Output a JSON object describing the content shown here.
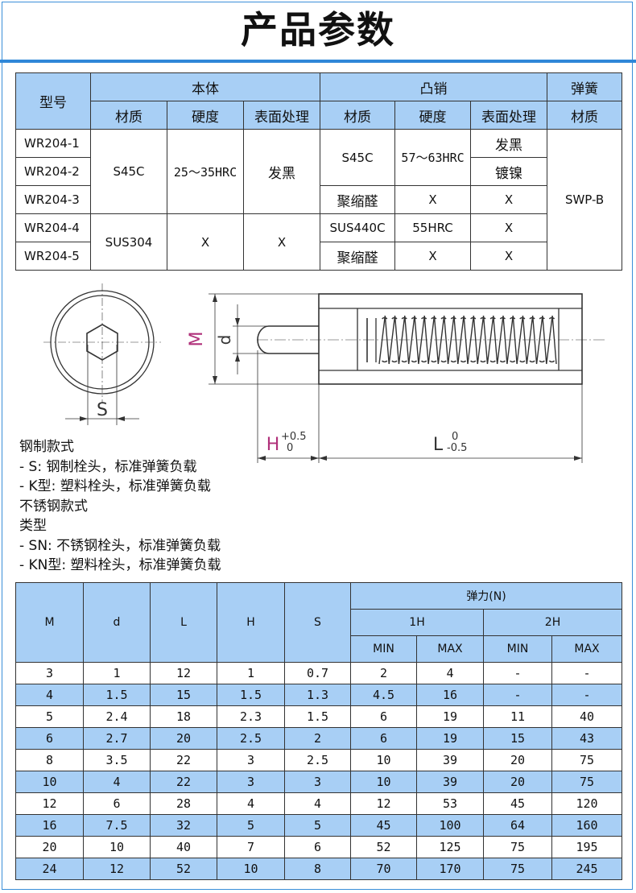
{
  "title": "产品参数",
  "material_table": {
    "group_headers": {
      "model": "型号",
      "body": "本体",
      "plunger": "凸销",
      "spring": "弹簧"
    },
    "sub_headers": [
      "材质",
      "硬度",
      "表面处理",
      "材质",
      "硬度",
      "表面处理",
      "材质"
    ],
    "models": [
      "WR204-1",
      "WR204-2",
      "WR204-3",
      "WR204-4",
      "WR204-5"
    ],
    "body_steel": {
      "material": "S45C",
      "hardness": "25～35HRC",
      "finish": "发黑"
    },
    "body_stainless": {
      "material": "SUS304",
      "hardness": "X",
      "finish": "X"
    },
    "plunger_rows": [
      {
        "material": "S45C",
        "hardness": "57～63HRC",
        "finish_a": "发黑",
        "finish_b": "镀镍"
      },
      {
        "material": "聚缩醛",
        "hardness": "X",
        "finish": "X"
      },
      {
        "material": "SUS440C",
        "hardness": "55HRC",
        "finish": "X"
      },
      {
        "material": "聚缩醛",
        "hardness": "X",
        "finish": "X"
      }
    ],
    "spring_material": "SWP-B"
  },
  "drawing": {
    "labels": {
      "M": "M",
      "d": "d",
      "S": "S",
      "H": "H",
      "H_tol_upper": "+0.5",
      "H_tol_lower": "0",
      "L": "L",
      "L_tol_upper": "0",
      "L_tol_lower": "-0.5"
    },
    "colors": {
      "line": "#333333",
      "accent": "#b0307a"
    }
  },
  "notes": [
    "钢制款式",
    "- S: 钢制栓头，标准弹簧负载",
    "- K型: 塑料栓头，标准弹簧负载",
    "不锈钢款式",
    "类型",
    "- SN: 不锈钢栓头，标准弹簧负载",
    "- KN型: 塑料栓头，标准弹簧负载"
  ],
  "spec_table": {
    "headers": {
      "M": "M",
      "d": "d",
      "L": "L",
      "H": "H",
      "S": "S",
      "force": "弹力(N)",
      "h1": "1H",
      "h2": "2H",
      "min1": "MIN",
      "max1": "MAX",
      "min2": "MIN",
      "max2": "MAX"
    },
    "rows": [
      [
        "3",
        "1",
        "12",
        "1",
        "0.7",
        "2",
        "4",
        "-",
        "-"
      ],
      [
        "4",
        "1.5",
        "15",
        "1.5",
        "1.3",
        "4.5",
        "16",
        "-",
        "-"
      ],
      [
        "5",
        "2.4",
        "18",
        "2.3",
        "1.5",
        "6",
        "19",
        "11",
        "40"
      ],
      [
        "6",
        "2.7",
        "20",
        "2.5",
        "2",
        "6",
        "19",
        "15",
        "43"
      ],
      [
        "8",
        "3.5",
        "22",
        "3",
        "2.5",
        "10",
        "39",
        "20",
        "75"
      ],
      [
        "10",
        "4",
        "22",
        "3",
        "3",
        "10",
        "39",
        "20",
        "75"
      ],
      [
        "12",
        "6",
        "28",
        "4",
        "4",
        "12",
        "53",
        "45",
        "120"
      ],
      [
        "16",
        "7.5",
        "32",
        "5",
        "5",
        "45",
        "100",
        "64",
        "160"
      ],
      [
        "20",
        "10",
        "40",
        "7",
        "6",
        "52",
        "125",
        "75",
        "195"
      ],
      [
        "24",
        "12",
        "52",
        "10",
        "8",
        "70",
        "170",
        "75",
        "245"
      ]
    ],
    "colors": {
      "header_bg": "#a8cff5",
      "alt_row_bg": "#a8cff5"
    }
  }
}
